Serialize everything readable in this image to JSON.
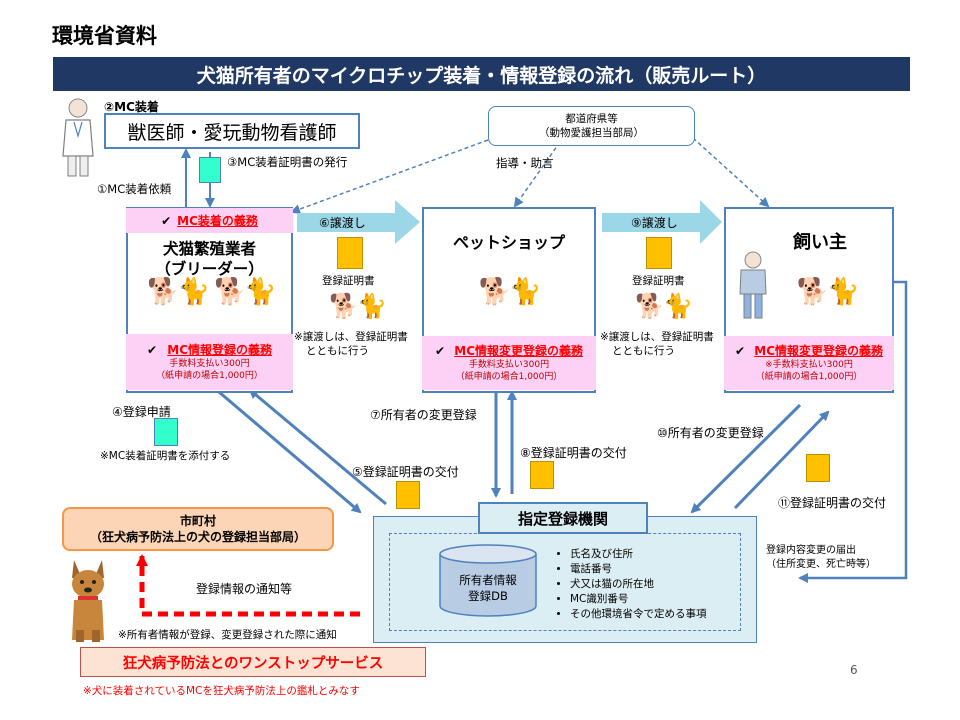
{
  "header": {
    "source": "環境省資料",
    "title": "犬猫所有者のマイクロチップ装着・情報登録の流れ（販売ルート）"
  },
  "vet": {
    "step_label": "②MC装着",
    "box": "獣医師・愛玩動物看護師"
  },
  "prefecture": {
    "line1": "都道府県等",
    "line2": "（動物愛護担当部局）",
    "guidance": "指導・助言"
  },
  "steps": {
    "s1": "①MC装着依頼",
    "s3": "③MC装着証明書の発行",
    "s4": "④登録申請",
    "s4_note": "※MC装着証明書を添付する",
    "s5": "⑤登録証明書の交付",
    "s6": "⑥譲渡し",
    "s7": "⑦所有者の変更登録",
    "s8": "⑧登録証明書の交付",
    "s9": "⑨譲渡し",
    "s10": "⑩所有者の変更登録",
    "s11": "⑪登録証明書の交付"
  },
  "breeder": {
    "duty_top": "MC装着の義務",
    "name1": "犬猫繁殖業者",
    "name2": "（ブリーダー）",
    "duty_bottom": "MC情報登録の義務",
    "fee1": "手数料支払い300円",
    "fee2": "（紙申請の場合1,000円）"
  },
  "transfer": {
    "cert_label": "登録証明書",
    "note1": "※譲渡しは、登録証明書",
    "note2": "とともに行う"
  },
  "shop": {
    "name": "ペットショップ",
    "duty": "MC情報変更登録の義務",
    "fee1": "手数料支払い300円",
    "fee2": "（紙申請の場合1,000円）"
  },
  "owner": {
    "name": "飼い主",
    "duty": "MC情報変更登録の義務",
    "fee1": "※手数料支払い300円",
    "fee2": "（紙申請の場合1,000円）"
  },
  "registry": {
    "title": "指定登録機関",
    "db1": "所有者情報",
    "db2": "登録DB",
    "items": [
      "氏名及び住所",
      "電話番号",
      "犬又は猫の所在地",
      "MC識別番号",
      "その他環境省令で定める事項"
    ],
    "change_notice1": "登録内容変更の届出",
    "change_notice2": "（住所変更、死亡時等）"
  },
  "municipality": {
    "line1": "市町村",
    "line2": "（狂犬病予防法上の犬の登録担当部局）",
    "notify": "登録情報の通知等",
    "notify_note": "※所有者情報が登録、変更登録された際に通知"
  },
  "onestop": {
    "label": "狂犬病予防法とのワンストップサービス",
    "note": "※犬に装着されているMCを狂犬病予防法上の鑑札とみなす"
  },
  "page_number": "6",
  "icons": {
    "check": "✔"
  },
  "colors": {
    "title_bar": "#1f3864",
    "frame_blue": "#4f81bd",
    "duty_bg": "#fcd1f5",
    "duty_red": "#ff0000",
    "cert_yellow": "#ffc000",
    "form_teal": "#33ffcc",
    "muni_bg": "#fbd5b5",
    "muni_border": "#f79646",
    "registry_bg": "#dbeef4",
    "arrow_light": "#9bd7e6"
  }
}
